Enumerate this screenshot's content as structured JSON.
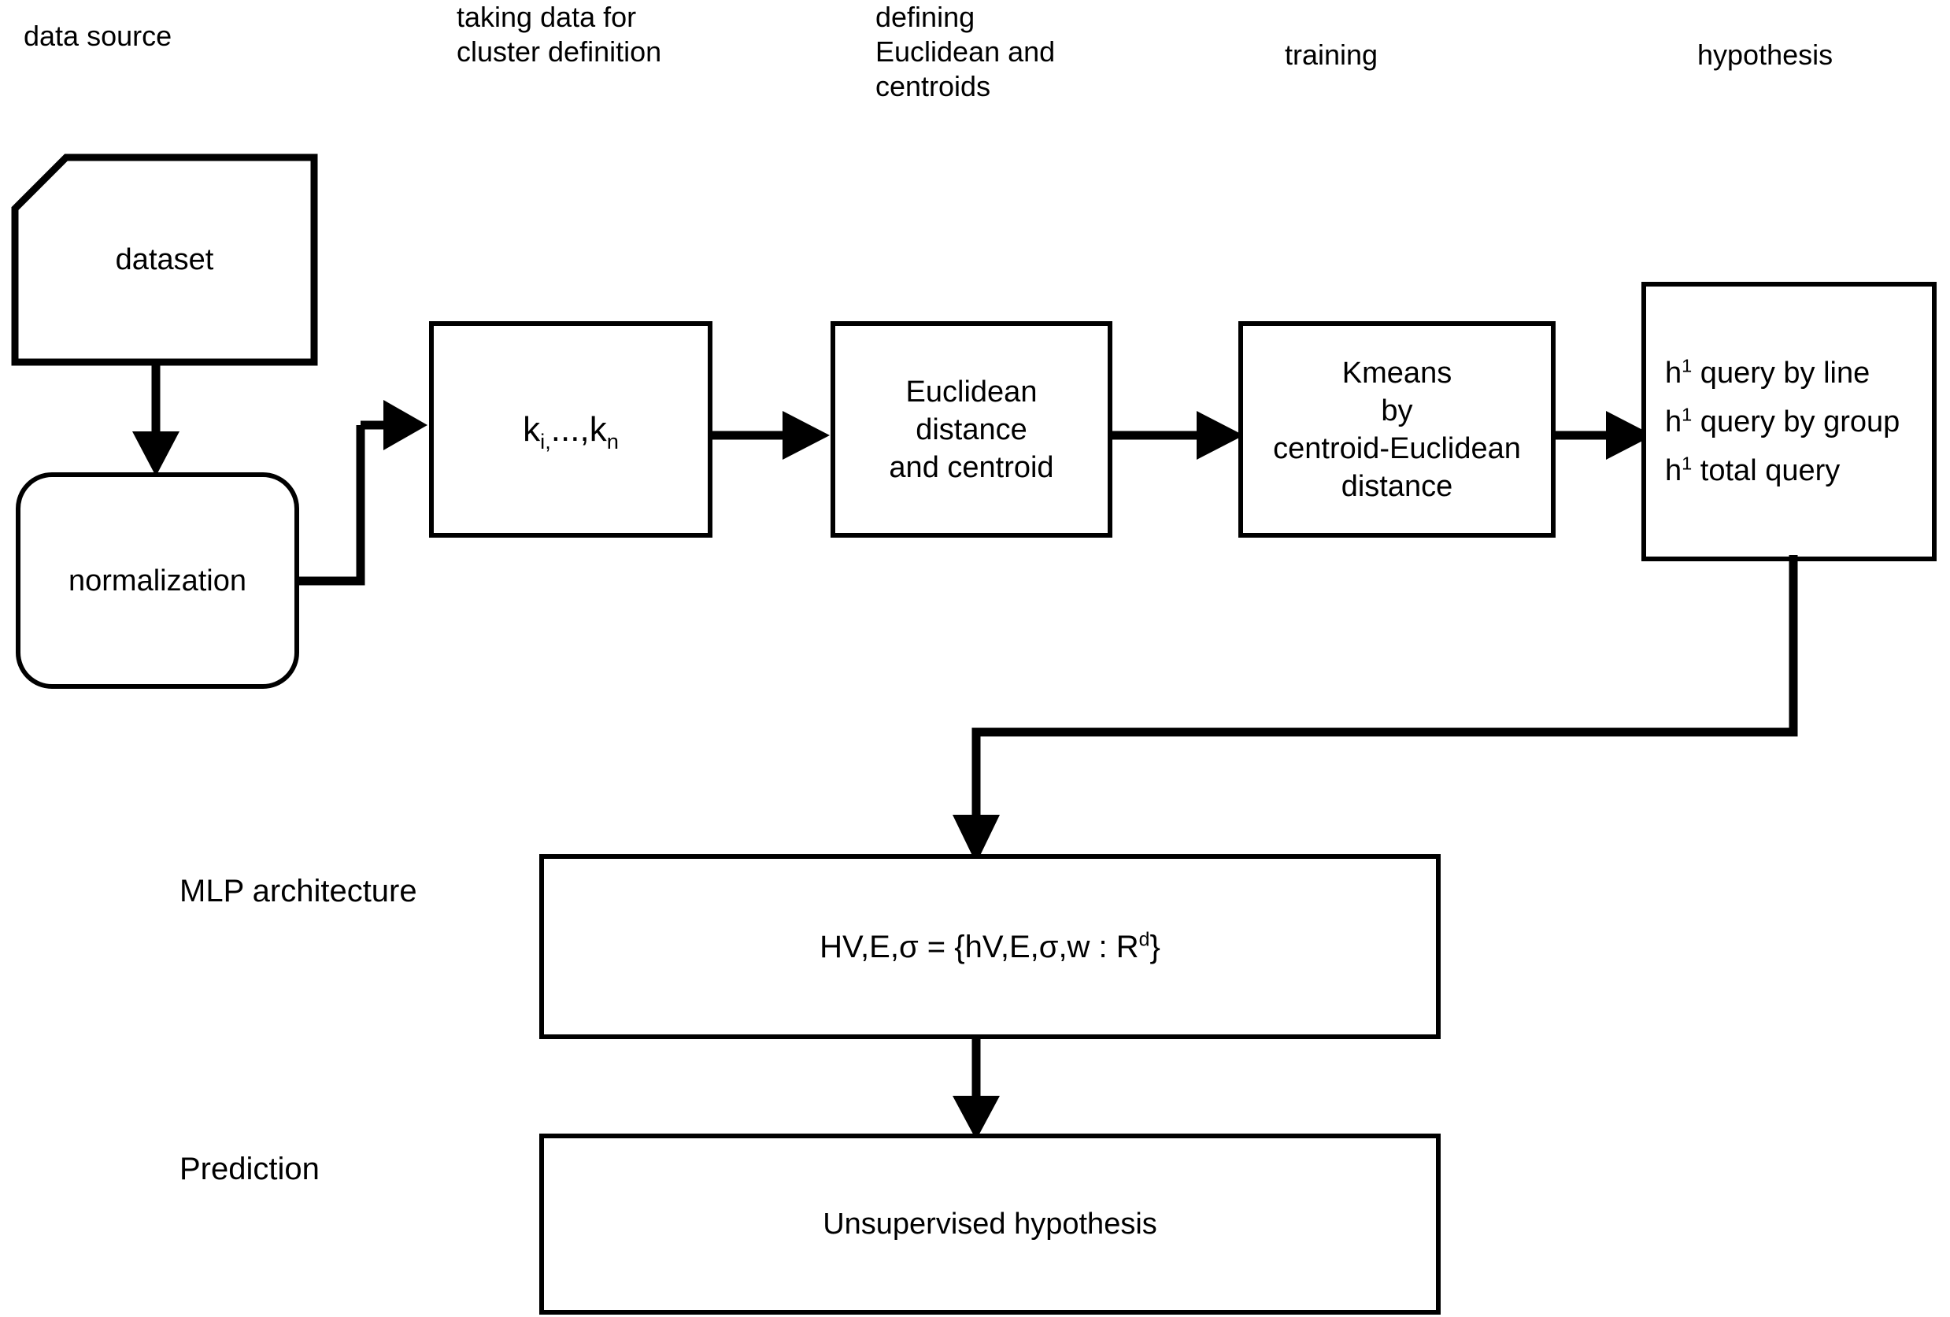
{
  "diagram": {
    "title": "Unsupervised learning pipeline flowchart",
    "background_color": "#ffffff",
    "stroke_color": "#000000",
    "column_labels": [
      {
        "id": "data-source",
        "text": "data source"
      },
      {
        "id": "cluster-definition",
        "text": "taking data for\ncluster definition"
      },
      {
        "id": "defining-euclidean",
        "text": "defining\nEuclidean and\ncentroids"
      },
      {
        "id": "training",
        "text": "training"
      },
      {
        "id": "hypothesis",
        "text": "hypothesis"
      }
    ],
    "row_labels": [
      {
        "id": "mlp-architecture",
        "text": "MLP architecture"
      },
      {
        "id": "prediction",
        "text": "Prediction"
      }
    ],
    "nodes": {
      "dataset": {
        "label": "dataset",
        "shape": "cut-corner-document"
      },
      "normalization": {
        "label": "normalization",
        "shape": "rounded-rectangle"
      },
      "clusters": {
        "shape": "rectangle",
        "parts": {
          "k1": "k",
          "sub1": "i,",
          "ellipsis": "...,",
          "k2": "k",
          "sub2": "n"
        },
        "plain": "k i,...,k n"
      },
      "euclidean": {
        "label": "Euclidean\ndistance\nand centroid",
        "shape": "rectangle"
      },
      "kmeans": {
        "label": "Kmeans\nby\ncentroid-Euclidean\ndistance",
        "shape": "rectangle"
      },
      "hypothesis": {
        "shape": "rectangle",
        "lines": [
          {
            "symbol": "h",
            "exponent": "1",
            "rest": " query by line"
          },
          {
            "symbol": "h",
            "exponent": "1",
            "rest": " query by group"
          },
          {
            "symbol": "h",
            "exponent": "1",
            "rest": " total query"
          }
        ]
      },
      "mlp": {
        "shape": "rectangle",
        "formula": {
          "lhs": "HV,E,σ = {hV,E,σ,w : R",
          "exponent": "d",
          "close": "}"
        },
        "plain": "HV,E,σ = {hV,E,σ,w : R^d}"
      },
      "prediction": {
        "label": "Unsupervised hypothesis",
        "shape": "rectangle"
      }
    },
    "edges": [
      {
        "from": "dataset",
        "to": "normalization",
        "style": "arrow-down"
      },
      {
        "from": "normalization",
        "to": "clusters",
        "style": "elbow-arrow-right"
      },
      {
        "from": "clusters",
        "to": "euclidean",
        "style": "arrow-right"
      },
      {
        "from": "euclidean",
        "to": "kmeans",
        "style": "arrow-right"
      },
      {
        "from": "kmeans",
        "to": "hypothesis",
        "style": "arrow-right"
      },
      {
        "from": "hypothesis",
        "to": "mlp",
        "style": "elbow-arrow-down"
      },
      {
        "from": "mlp",
        "to": "prediction",
        "style": "arrow-down"
      }
    ]
  }
}
